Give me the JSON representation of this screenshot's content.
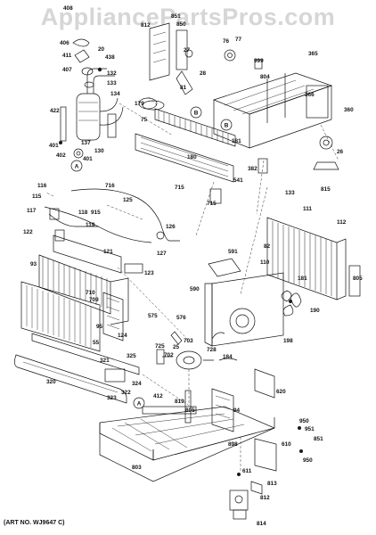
{
  "watermark": "AppliancePartsPros.com",
  "art_no": "(ART NO. WJ9647 C)",
  "callouts": [
    "A",
    "B"
  ],
  "part_numbers": [
    "408",
    "406",
    "20",
    "438",
    "411",
    "407",
    "132",
    "133",
    "134",
    "422",
    "401",
    "137",
    "130",
    "402",
    "401",
    "851",
    "850",
    "812",
    "27",
    "28",
    "81",
    "76",
    "77",
    "999",
    "804",
    "365",
    "366",
    "360",
    "179",
    "75",
    "181",
    "180",
    "382",
    "26",
    "541",
    "715",
    "715",
    "815",
    "133",
    "111",
    "112",
    "82",
    "110",
    "116",
    "716",
    "125",
    "115",
    "117",
    "118",
    "915",
    "119",
    "122",
    "126",
    "127",
    "121",
    "93",
    "123",
    "710",
    "709",
    "95",
    "124",
    "55",
    "591",
    "590",
    "181",
    "190",
    "805",
    "575",
    "576",
    "703",
    "25",
    "725",
    "702",
    "198",
    "728",
    "184",
    "321",
    "325",
    "320",
    "324",
    "322",
    "323",
    "412",
    "620",
    "819",
    "94",
    "805",
    "950",
    "951",
    "610",
    "851",
    "898",
    "950",
    "803",
    "611",
    "813",
    "812",
    "814"
  ]
}
